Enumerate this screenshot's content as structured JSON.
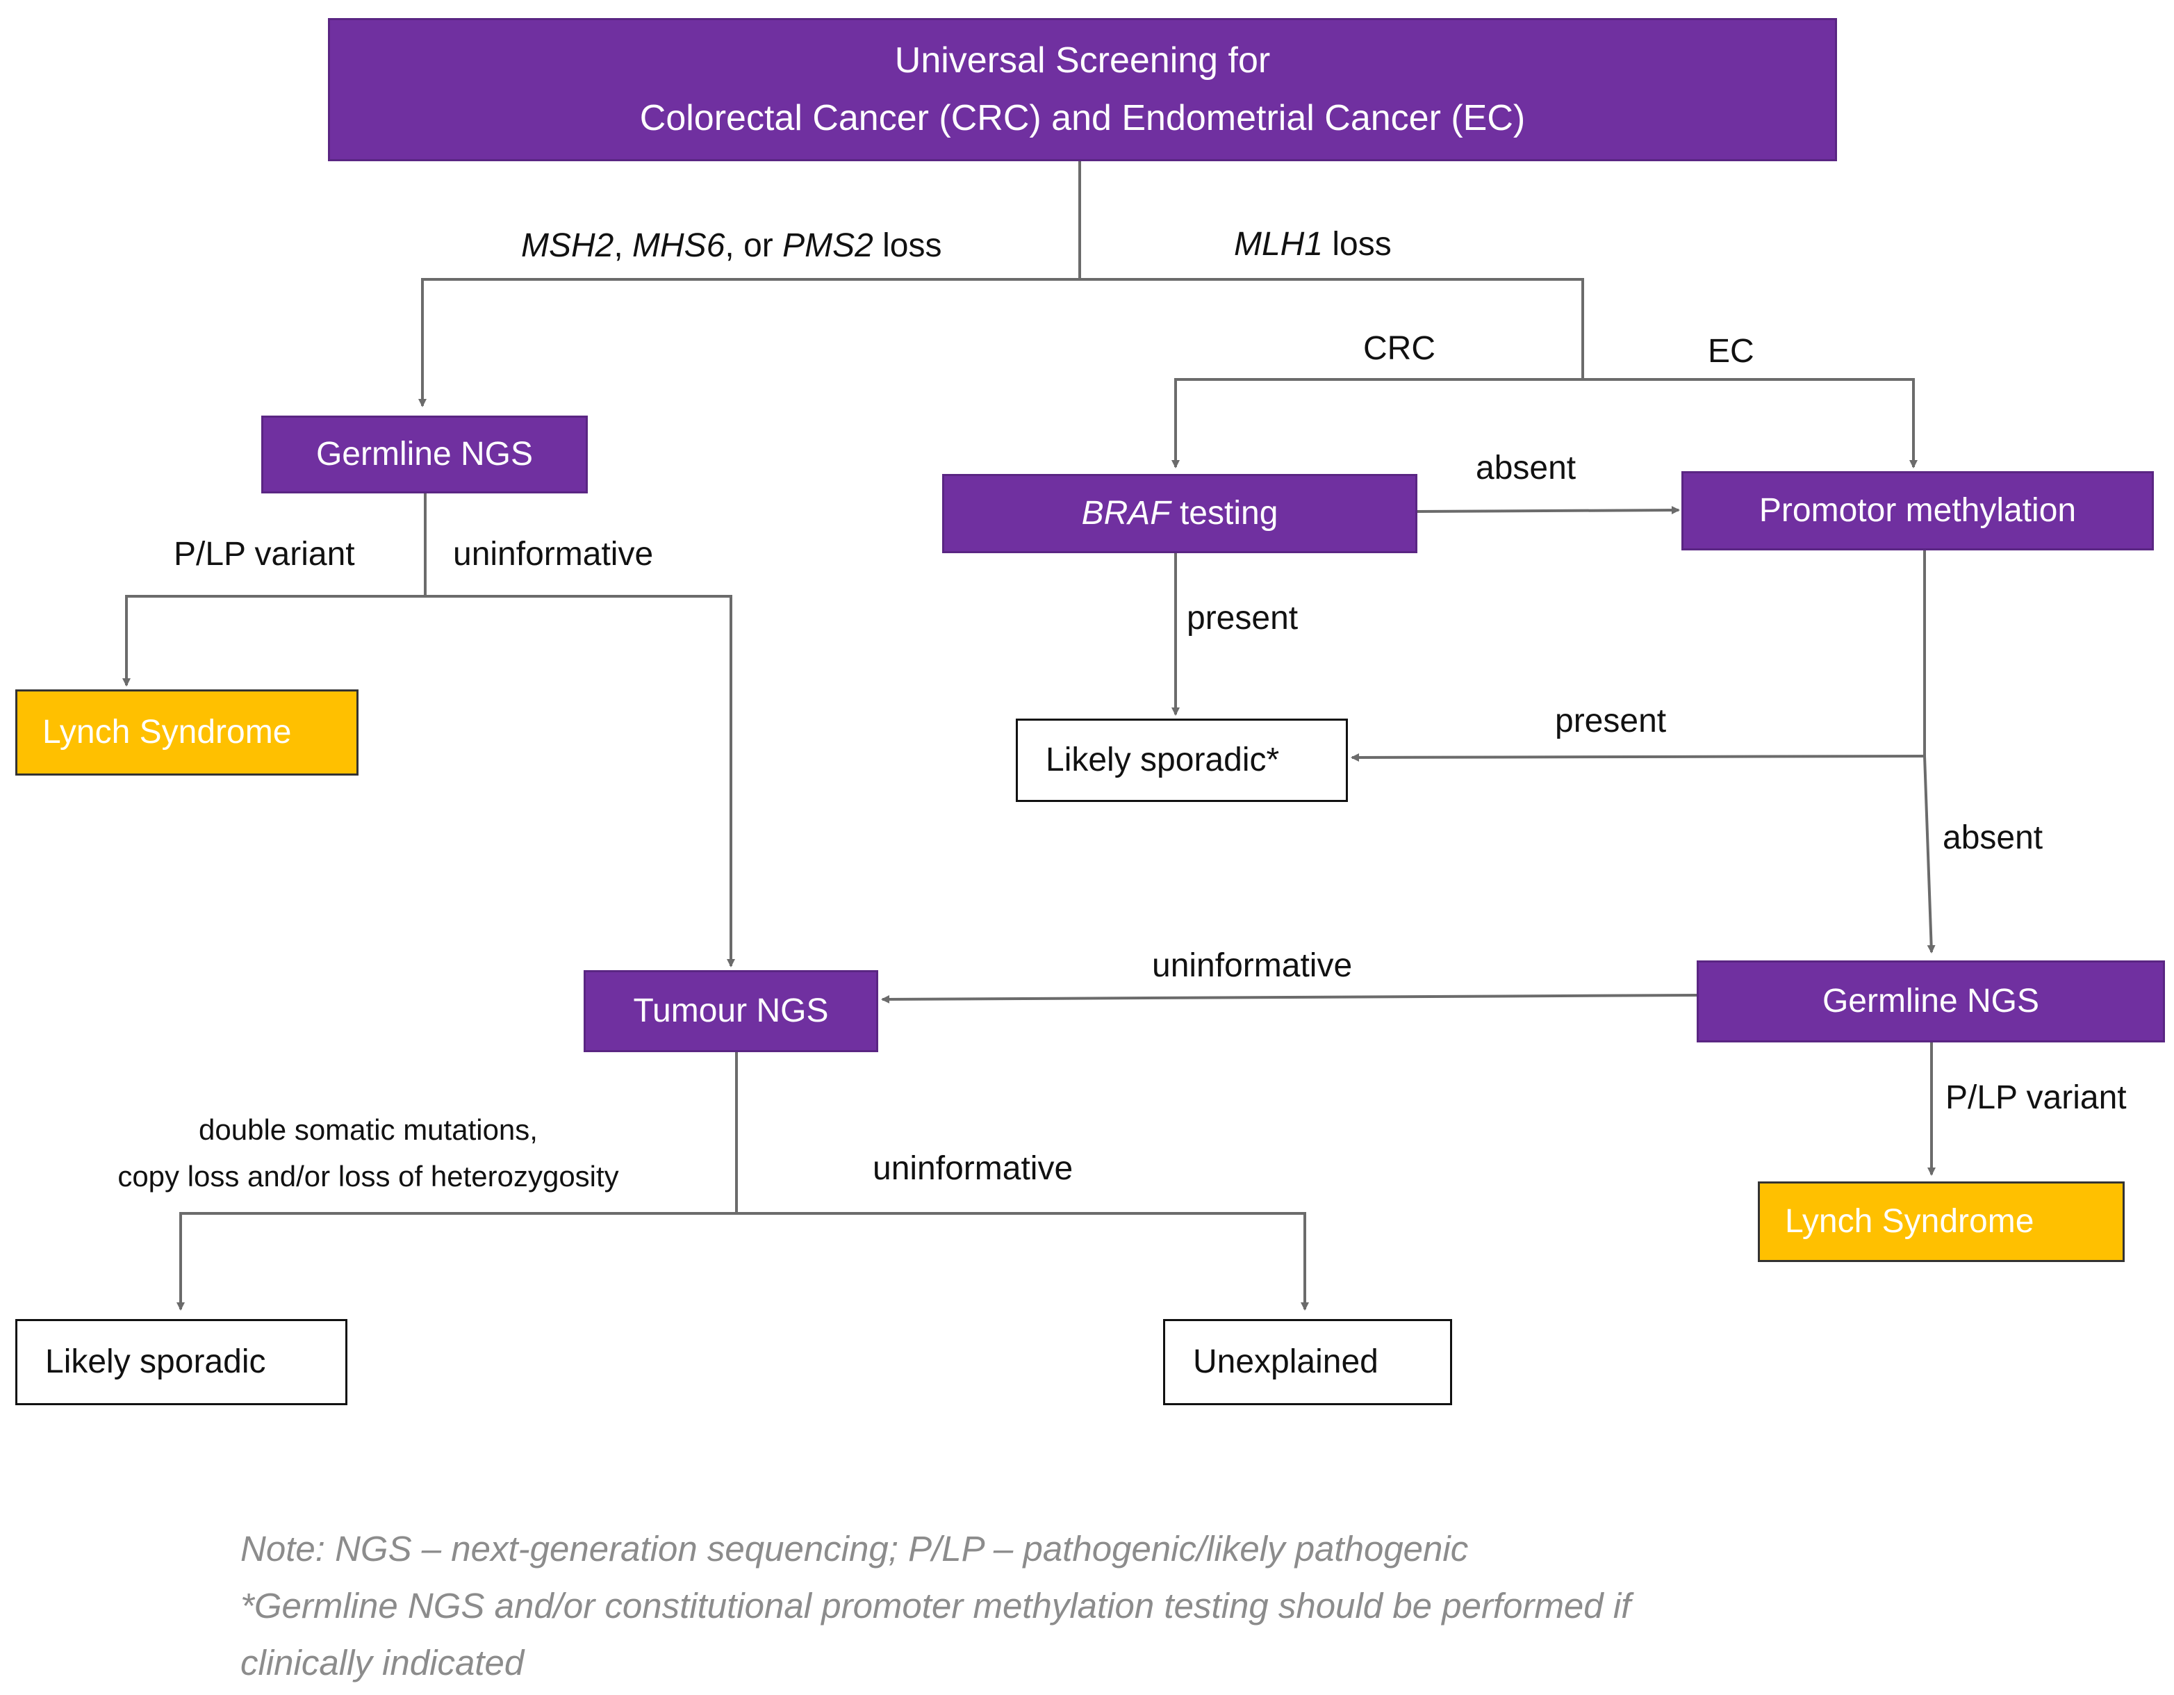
{
  "title": {
    "line1": "Universal Screening for",
    "line2": "Colorectal Cancer (CRC) and Endometrial Cancer (EC)"
  },
  "nodes": {
    "germline_ngs_left": "Germline NGS",
    "braf_gene": "BRAF",
    "braf_suffix": " testing",
    "promotor_methylation": "Promotor methylation",
    "lynch_left": "Lynch Syndrome",
    "likely_sporadic_star": "Likely sporadic*",
    "tumour_ngs": "Tumour NGS",
    "germline_ngs_right": "Germline NGS",
    "lynch_right": "Lynch Syndrome",
    "likely_sporadic": "Likely sporadic",
    "unexplained": "Unexplained"
  },
  "edges": {
    "msh2": "MSH2",
    "mhs6": "MHS6",
    "or": ", or ",
    "pms2": "PMS2",
    "loss": " loss",
    "mlh1": "MLH1",
    "crc": "CRC",
    "ec": "EC",
    "absent_top": "absent",
    "plp_left": "P/LP variant",
    "uninformative_left": "uninformative",
    "present_braf": "present",
    "present_methyl": "present",
    "absent_right": "absent",
    "uninformative_mid": "uninformative",
    "plp_right": "P/LP variant",
    "somatic_line1": "double somatic mutations,",
    "somatic_line2": "copy loss and/or loss of heterozygosity",
    "uninformative_bottom": "uninformative"
  },
  "note": {
    "line1": "Note: NGS – next-generation sequencing; P/LP – pathogenic/likely pathogenic",
    "line2": "*Germline NGS and/or constitutional promoter methylation testing should be performed if",
    "line3": "clinically indicated"
  },
  "colors": {
    "purple": "#7030a0",
    "yellow": "#ffc000",
    "line": "#6b6b6b",
    "note": "#8c8c8c"
  }
}
